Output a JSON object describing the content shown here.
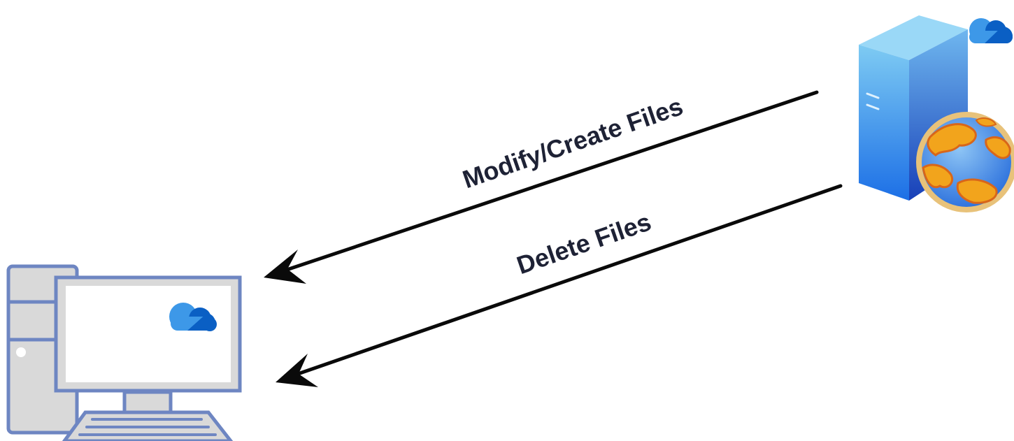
{
  "diagram": {
    "nodes": [
      {
        "id": "client",
        "icon": "desktop-computer-icon",
        "badge_icon": "onedrive-cloud-icon"
      },
      {
        "id": "server",
        "icon": "web-server-icon",
        "badge_icon": "onedrive-cloud-icon",
        "globe_icon": "globe-icon"
      }
    ],
    "edges": [
      {
        "from": "server",
        "to": "client",
        "label": "Modify/Create Files"
      },
      {
        "from": "server",
        "to": "client",
        "label": "Delete Files"
      }
    ],
    "colors": {
      "arrow": "#0a0a0a",
      "label": "#1e2235",
      "cloud_light": "#4aa8ec",
      "cloud_dark": "#0a5fc4",
      "computer_outline": "#6e86c2",
      "computer_fill": "#d9d9d9",
      "server_blue": "#2c7bea",
      "globe_land": "#f0a020",
      "globe_sea": "#4a8ee8"
    }
  }
}
